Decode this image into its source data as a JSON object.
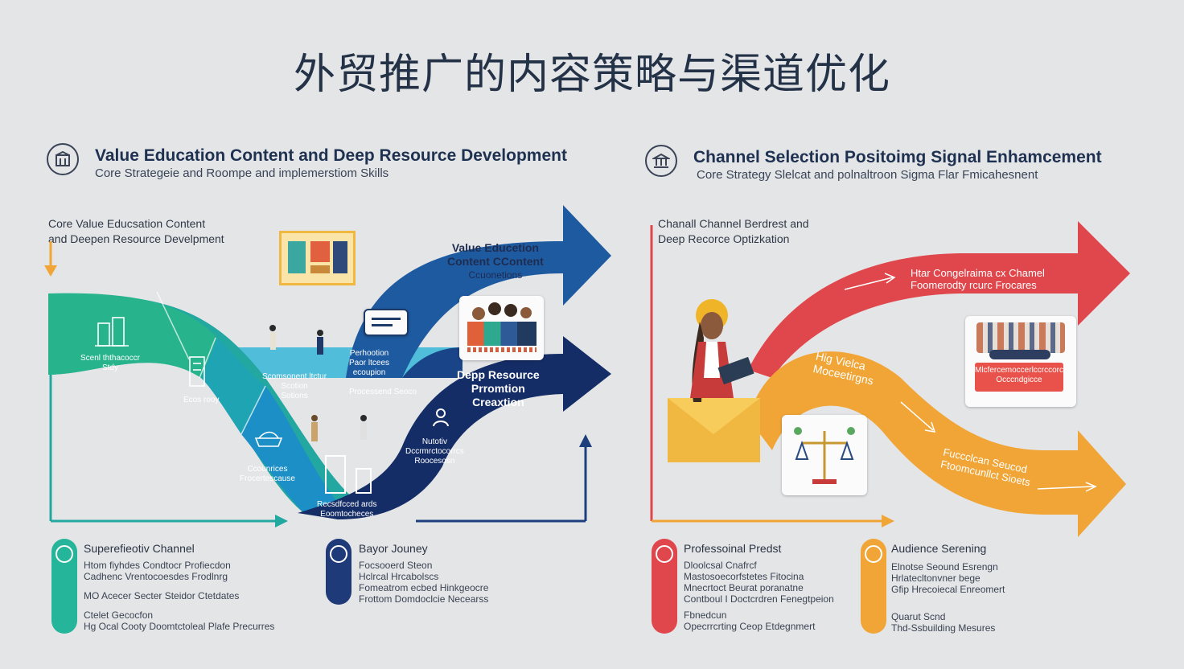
{
  "title": "外贸推广的内容策略与渠道优化",
  "left": {
    "heading": "Value Education Content and Deep Resource Development",
    "subheading": "Core Strategeie and Roompe and implemerstiom Skills",
    "note_lines": [
      "Core Value Educsation Content",
      "and Deepen Resource Develpment"
    ],
    "teal_labels": [
      [
        "Scenl ththacoccr",
        "Stdy"
      ],
      [
        "Ecos rooy"
      ],
      [
        "Scomsonent ltctur",
        "Scotion",
        "Sotions"
      ],
      [
        "Ccounrices",
        "Frocertescause"
      ],
      [
        "Recsdfcced ards",
        "Eoomtocheces"
      ]
    ],
    "arrow1": [
      "Value Educetion",
      "Content CContent",
      "Ccuonetions"
    ],
    "arrow1_inner": [
      "Perhootion",
      "Paor ltcees",
      "ecoupion"
    ],
    "arrow2": [
      "Depp Resource",
      "Prromtion",
      "Creaxtion"
    ],
    "arrow2_inner": [
      "Processend Seoco"
    ],
    "arrow2_bottom": [
      "Nutotiv",
      "Dccrmrctocorrcs",
      "Roocesosn"
    ],
    "legend": [
      {
        "title": "Superefieotiv Channel",
        "lines": [
          "Htom fiyhdes Condtocr Profiecdon",
          "Cadhenc Vrentocoesdes Frodlnrg",
          "",
          "MO Acecer Secter Steidor Ctetdates",
          "",
          "Ctelet Gecocfon",
          "Hg Ocal Cooty Doomtctoleal Plafe Precurres"
        ],
        "color": "#25b59a"
      },
      {
        "title": "Bayor Jouney",
        "lines": [
          "Focsooerd Steon",
          "Hclrcal Hrcabolscs",
          "Fomeatrom ecbed Hinkgeocre",
          "Frottom Domdoclcie Necearss"
        ],
        "color": "#1f3a78"
      }
    ]
  },
  "right": {
    "heading": "Channel Selection Positoimg Signal Enhamcement",
    "subheading": "Core Strategy Slelcat and polnaltroon Sigma Flar Fmicahesnent",
    "note_lines": [
      "Chanall Channel Berdrest and",
      "Deep Recorce Optizkation"
    ],
    "red_arrow": [
      "Htar Congelraima cx Chamel",
      "Foomerodty rcurc Frocares"
    ],
    "orange_arrow": [
      "Hig Vielca",
      "Moceetirgns"
    ],
    "orange_arrow2": [
      "Fuccclcan Seucod",
      "Ftoomcunllct Sioets"
    ],
    "card_caption": [
      "Mlcfercemoccerlccrccorc",
      "Occcndgicce"
    ],
    "legend": [
      {
        "title": "Professoinal Predst",
        "lines": [
          "Dloolcsal Cnafrcf",
          "Mastosoecorfstetes Fitocina",
          "Mnecrtoct Beurat poranatne",
          "Contboul I Doctcrdren Fenegtpeion",
          "",
          "Fbnedcun",
          "Opecrrcrting Ceop Etdegnmert"
        ],
        "color": "#e0474c"
      },
      {
        "title": "Audience Serening",
        "lines": [
          "Elnotse Seound Esrengn",
          "Hrlatecltonvner bege",
          "Gfip Hrecoiecal Enreomert",
          "",
          "",
          "Quarut Scnd",
          "Thd-Ssbuilding Mesures"
        ],
        "color": "#f0a536"
      }
    ]
  }
}
